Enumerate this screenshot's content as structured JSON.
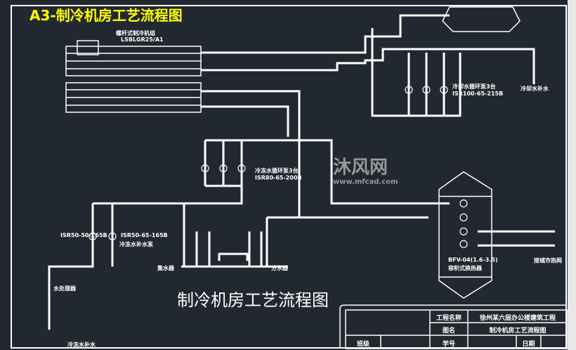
{
  "title": "A3-制冷机房工艺流程图",
  "drawing_title": "制冷机房工艺流程图",
  "watermark": {
    "name": "沐风网",
    "url": "www.mfcad.com"
  },
  "labels": {
    "chiller_name": "螺杆式制冷机组",
    "chiller_model": "LSBLGR25/A1",
    "cooling_pump_name": "冷却水循环泵3台",
    "cooling_pump_model": "ISR100-65-215B",
    "cooling_makeup": "冷却水补水",
    "chilled_pump_name": "冷冻水循环泵3台",
    "chilled_pump_model": "ISR80-65-200B",
    "left_pump_model": "ISR50-50-165B",
    "makeup_pump_model": "ISR50-65-165B",
    "makeup_pump_name": "冷冻水补水泵",
    "collector": "集水器",
    "distributor": "分水器",
    "water_treatment": "水处理器",
    "chilled_makeup": "冷冻水补水",
    "exchanger_model": "BFV-04(1.6-3.5)",
    "exchanger_name": "容积式换热器",
    "city_heat": "接城市热网"
  },
  "title_block": {
    "project_label": "工程名称",
    "project_value": "徐州某六层办公楼建筑工程",
    "drawing_label": "图名",
    "drawing_value": "制冷机房工艺流程图",
    "class_label": "班级",
    "student_label": "学号",
    "date_label": "日期"
  }
}
